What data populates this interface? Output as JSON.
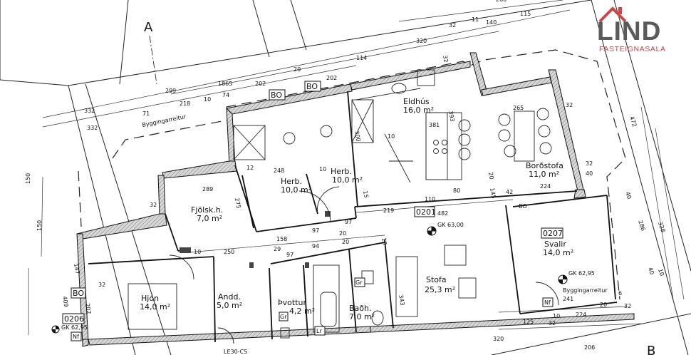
{
  "brand": {
    "name": "LIND",
    "tagline": "FASTEIGNASALA",
    "accent": "#c8474d"
  },
  "section_markers": {
    "a": "A",
    "b": "B"
  },
  "rooms": [
    {
      "id": "eldhus",
      "name": "Eldhús",
      "area": "16,0 m²"
    },
    {
      "id": "bordstofa",
      "name": "Borðstofa",
      "area": "11,0 m²"
    },
    {
      "id": "herb1",
      "name": "Herb.",
      "area": "10,0 m²"
    },
    {
      "id": "herb2",
      "name": "Herb.",
      "area": "10,0 m²"
    },
    {
      "id": "fjolsk",
      "name": "Fjölsk.h.",
      "area": "7,0 m²"
    },
    {
      "id": "hjon",
      "name": "Hjón",
      "area": "14,0 m²"
    },
    {
      "id": "andd",
      "name": "Andd.",
      "area": "5,0 m²"
    },
    {
      "id": "thvottur",
      "name": "Þvottur",
      "area": "4,2 m²"
    },
    {
      "id": "badh",
      "name": "Baðh.",
      "area": "7,0 m²"
    },
    {
      "id": "stofa",
      "name": "Stofa",
      "area": "25,3 m²"
    },
    {
      "id": "svalir",
      "name": "Svalir",
      "area": "14,0 m²"
    }
  ],
  "tags": {
    "bo1": "BO",
    "bo2": "BO",
    "bo3": "BO",
    "bo4": "BO",
    "unit_0201": "0201",
    "unit_0201_area": "482",
    "unit_0207": "0207",
    "unit_0206": "0206",
    "gk_main": "GK 63,00",
    "gk_svalir": "GK 62,95",
    "gk_0206": "GK 62,95",
    "byggingarreitur1": "Byggingarreitur",
    "byggingarreitur2": "Byggingarreitur",
    "gr1": "Gr",
    "gr2": "Gr",
    "lr": "Lr",
    "nf1": "Nf",
    "nf2": "Nf",
    "wall_label": "LE30-CS"
  },
  "dimensions": [
    "260",
    "32",
    "11",
    "140",
    "115",
    "320",
    "32",
    "1865",
    "20",
    "114",
    "299",
    "202",
    "202",
    "332",
    "218",
    "10",
    "74",
    "71",
    "332",
    "393",
    "265",
    "32",
    "381",
    "248",
    "12",
    "10",
    "10",
    "300",
    "20",
    "32",
    "40",
    "42",
    "224",
    "289",
    "275",
    "15",
    "110",
    "80",
    "145",
    "219",
    "32",
    "158",
    "97",
    "97",
    "20",
    "10",
    "250",
    "29",
    "97",
    "94",
    "20",
    "10",
    "147",
    "32",
    "202",
    "409",
    "343",
    "241",
    "6",
    "20",
    "32",
    "125",
    "32",
    "320",
    "224",
    "10",
    "206",
    "472",
    "328",
    "286",
    "150",
    "150",
    "40",
    "40",
    "10"
  ]
}
